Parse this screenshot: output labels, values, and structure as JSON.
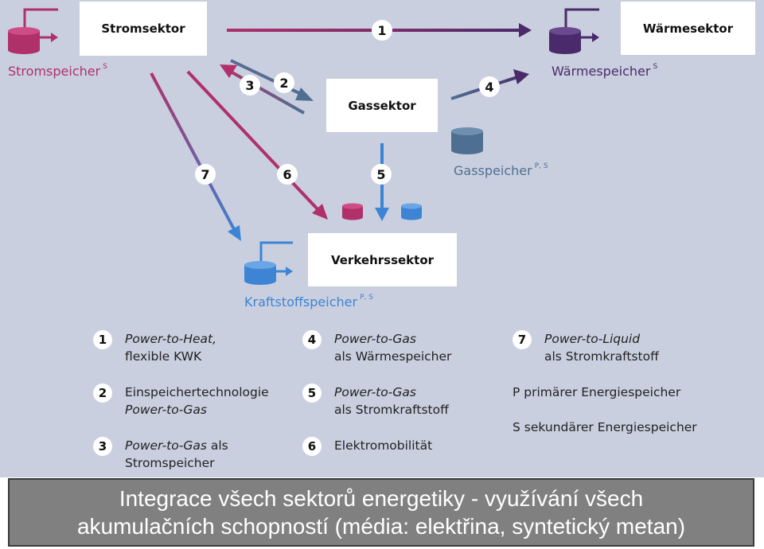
{
  "sectors": {
    "strom": "Stromsektor",
    "waerme": "Wärmesektor",
    "gas": "Gassektor",
    "verkehr": "Verkehrssektor"
  },
  "storages": {
    "strom": {
      "label": "Stromspeicher",
      "sup": "S"
    },
    "waerme": {
      "label": "Wärmespeicher",
      "sup": "S"
    },
    "gas": {
      "label": "Gasspeicher",
      "sup": "P, S"
    },
    "kraftstoff": {
      "label": "Kraftstoffspeicher",
      "sup": "P, S"
    }
  },
  "flow_numbers": [
    "1",
    "2",
    "3",
    "4",
    "5",
    "6",
    "7"
  ],
  "legend": [
    {
      "num": "1",
      "line1": "Power-to-Heat,",
      "line1_italic": true,
      "line2": "flexible KWK",
      "line2_italic": false
    },
    {
      "num": "2",
      "line1": "Einspeichertechnologie",
      "line1_italic": false,
      "line2": "Power-to-Gas",
      "line2_italic": true
    },
    {
      "num": "3",
      "line1a": "Power-to-Gas",
      "line1b": " als",
      "line2": "Stromspeicher",
      "line2_italic": false
    },
    {
      "num": "4",
      "line1": "Power-to-Gas",
      "line1_italic": true,
      "line2": "als Wärmespeicher",
      "line2_italic": false
    },
    {
      "num": "5",
      "line1": "Power-to-Gas",
      "line1_italic": true,
      "line2": "als Stromkraftstoff",
      "line2_italic": false
    },
    {
      "num": "6",
      "line1": "Elektromobilität",
      "line1_italic": false,
      "line2": "",
      "line2_italic": false
    },
    {
      "num": "7",
      "line1": "Power-to-Liquid",
      "line1_italic": true,
      "line2": "als Stromkraftstoff",
      "line2_italic": false
    }
  ],
  "definitions": {
    "p": "P  primärer Energiespeicher",
    "s": "S  sekundärer Energiespeicher"
  },
  "footer": {
    "line1": "Integrace všech sektorů energetiky - využívání všech",
    "line2": "akumulačních schopností (média: elektřina, syntetický metan)"
  },
  "colors": {
    "background": "#c9cfdf",
    "strom": "#b0306a",
    "waerme": "#4a2a6a",
    "gas": "#4f6f92",
    "kraftstoff": "#3d84d4",
    "footer": "#808080"
  }
}
